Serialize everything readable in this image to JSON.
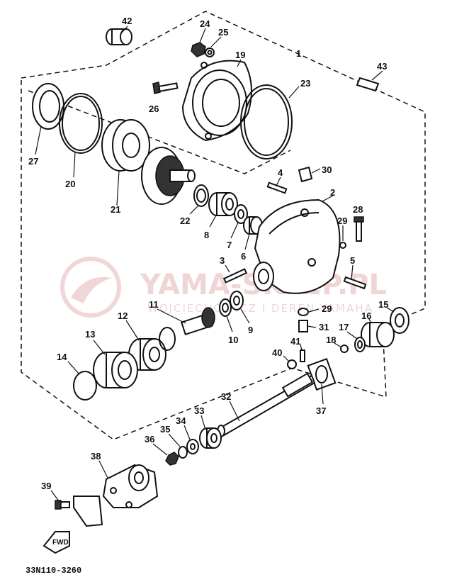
{
  "document": {
    "code": "33N110-3260"
  },
  "watermark": {
    "title": "YAMA-SKLEP.PL",
    "subtitle": "WOJCIECHOWICZ I DEREN YAMAHA",
    "color": "#e4b4b4"
  },
  "arrow_label": "FWD",
  "callouts": {
    "c1": "1",
    "c2": "2",
    "c3": "3",
    "c4": "4",
    "c5": "5",
    "c6": "6",
    "c7": "7",
    "c8": "8",
    "c9": "9",
    "c10": "10",
    "c11": "11",
    "c12": "12",
    "c13": "13",
    "c14": "14",
    "c15": "15",
    "c16": "16",
    "c17": "17",
    "c18": "18",
    "c19": "19",
    "c20": "20",
    "c21": "21",
    "c22": "22",
    "c23": "23",
    "c24": "24",
    "c25": "25",
    "c26": "26",
    "c27": "27",
    "c28": "28",
    "c29a": "29",
    "c29b": "29",
    "c30": "30",
    "c31": "31",
    "c32": "32",
    "c33": "33",
    "c34": "34",
    "c35": "35",
    "c36": "36",
    "c37": "37",
    "c38": "38",
    "c39": "39",
    "c40": "40",
    "c41": "41",
    "c42": "42",
    "c43": "43"
  }
}
